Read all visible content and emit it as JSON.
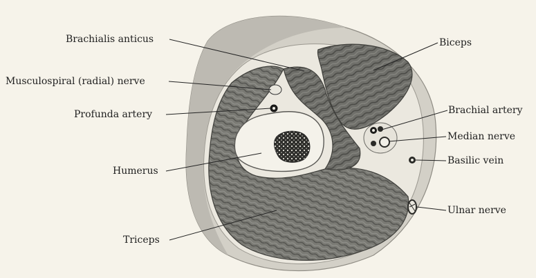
{
  "labels": {
    "brachialis_anticus": "Brachialis anticus",
    "musculospiral_nerve": "Musculospiral (radial) nerve",
    "profunda_artery": "Profunda artery",
    "humerus": "Humerus",
    "triceps": "Triceps",
    "biceps": "Biceps",
    "brachial_artery": "Brachial artery",
    "median_nerve": "Median nerve",
    "basilic_vein": "Basilic vein",
    "ulnar_nerve": "Ulnar nerve"
  },
  "colors": {
    "background": "#f6f3ea",
    "skin_outer": "#cfccc3",
    "subcutaneous": "#e9e6dc",
    "muscle": "#6d6d68",
    "muscle_dark": "#4b4b47",
    "bone": "#f3f1e8",
    "marrow": "#2b2b28",
    "leader_line": "#222222"
  }
}
